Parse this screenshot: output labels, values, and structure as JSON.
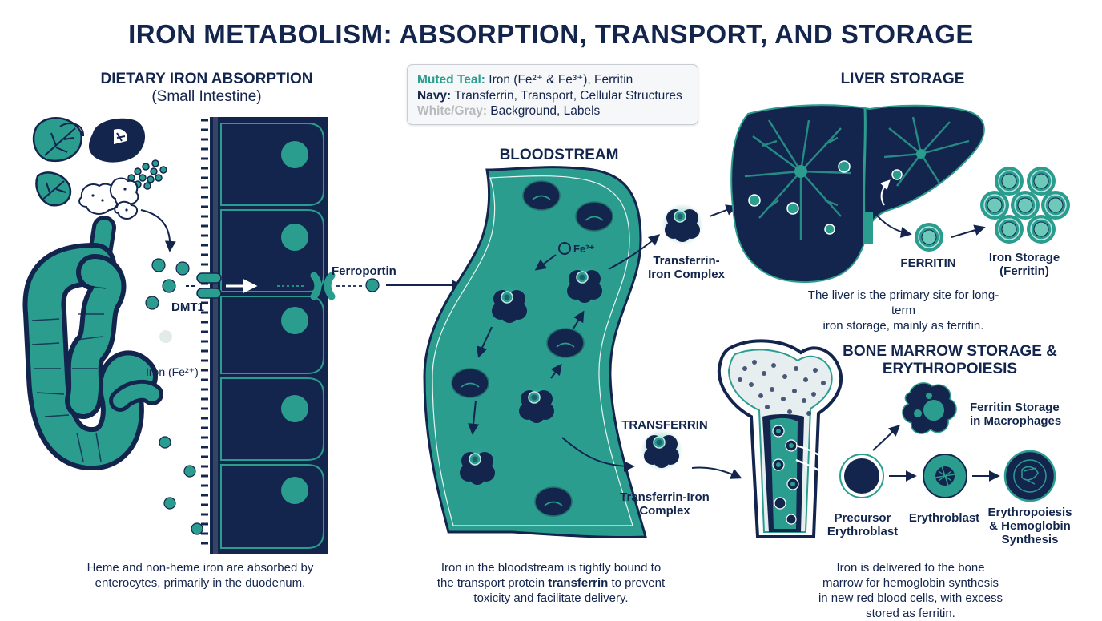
{
  "title": "IRON METABOLISM: ABSORPTION, TRANSPORT, AND STORAGE",
  "colors": {
    "teal": "#2a9d8f",
    "navy": "#13254d",
    "gray": "#b7b9bd",
    "background": "#ffffff"
  },
  "legend": {
    "items": [
      {
        "key": "Muted Teal:",
        "value": "Iron (Fe²⁺ & Fe³⁺), Ferritin"
      },
      {
        "key": "Navy:",
        "value": "Transferrin, Transport, Cellular Structures"
      },
      {
        "key": "White/Gray:",
        "value": "Background, Labels"
      }
    ]
  },
  "absorption": {
    "heading": "DIETARY IRON ABSORPTION",
    "subheading": "(Small Intestine)",
    "dmt1": "DMT1",
    "iron_label": "Iron (Fe²⁺)",
    "ferroportin": "Ferroportin",
    "caption_l1": "Heme and non-heme iron are absorbed by",
    "caption_l2": "enterocytes, primarily in the duodenum."
  },
  "bloodstream": {
    "heading": "BLOODSTREAM",
    "fe3": "Fe³⁺",
    "complex_top_l1": "Transferrin-",
    "complex_top_l2": "Iron Complex",
    "transferrin": "TRANSFERRIN",
    "complex_bottom_l1": "Transferrin-Iron",
    "complex_bottom_l2": "Complex",
    "caption_l1": "Iron in the bloodstream is tightly bound to",
    "caption_l2a": "the transport protein ",
    "caption_l2b": "transferrin",
    "caption_l2c": " to prevent",
    "caption_l3": "toxicity and facilitate delivery."
  },
  "liver": {
    "heading": "LIVER STORAGE",
    "ferritin": "FERRITIN",
    "storage_l1": "Iron Storage",
    "storage_l2": "(Ferritin)",
    "caption_l1": "The liver is the primary site for long-term",
    "caption_l2": "iron storage, mainly as ferritin."
  },
  "marrow": {
    "heading_l1": "BONE MARROW STORAGE &",
    "heading_l2": "ERYTHROPOIESIS",
    "macro_l1": "Ferritin Storage",
    "macro_l2": "in Macrophages",
    "precursor_l1": "Precursor",
    "precursor_l2": "Erythroblast",
    "erythroblast": "Erythroblast",
    "eryth_l1": "Erythropoiesis",
    "eryth_l2": "& Hemoglobin",
    "eryth_l3": "Synthesis",
    "caption_l1": "Iron is delivered to the bone marrow for hemoglobin synthesis",
    "caption_l2": "in new red blood cells, with excess stored as ferritin."
  }
}
